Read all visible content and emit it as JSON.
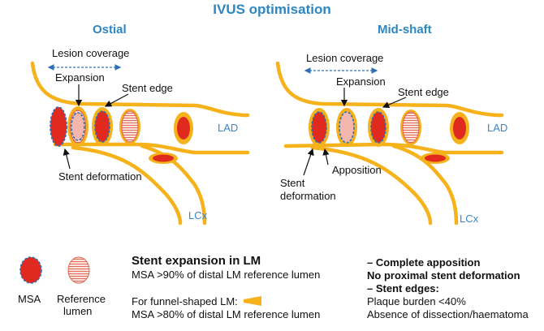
{
  "title": "IVUS optimisation",
  "ostial": {
    "heading": "Ostial",
    "lesion_coverage": "Lesion coverage",
    "expansion": "Expansion",
    "stent_edge": "Stent edge",
    "stent_deformation": "Stent deformation",
    "lad": "LAD",
    "lcx": "LCx"
  },
  "midshaft": {
    "heading": "Mid-shaft",
    "lesion_coverage": "Lesion coverage",
    "expansion": "Expansion",
    "stent_edge": "Stent edge",
    "stent_deformation_1": "Stent",
    "stent_deformation_2": "deformation",
    "apposition": "Apposition",
    "lad": "LAD",
    "lcx": "LCx"
  },
  "legend": {
    "msa": "MSA",
    "reference_1": "Reference",
    "reference_2": "lumen"
  },
  "criteria": {
    "heading": "Stent expansion in LM",
    "line1": "MSA >90% of distal LM reference lumen",
    "line2": "For funnel-shaped LM:",
    "line3": "MSA >80% of distal LM reference lumen"
  },
  "checklist": {
    "item1": "– Complete apposition",
    "item2": "No proximal stent deformation",
    "item3": "– Stent edges:",
    "item4": "Plaque burden <40%",
    "item5": "Absence of dissection/haematoma"
  },
  "colors": {
    "vessel": "#f5b21b",
    "msa_red": "#e02a1f",
    "reference_pink": "#f4b7ae",
    "dashed_blue": "#2e6fb5",
    "title_blue": "#2e86c1"
  }
}
